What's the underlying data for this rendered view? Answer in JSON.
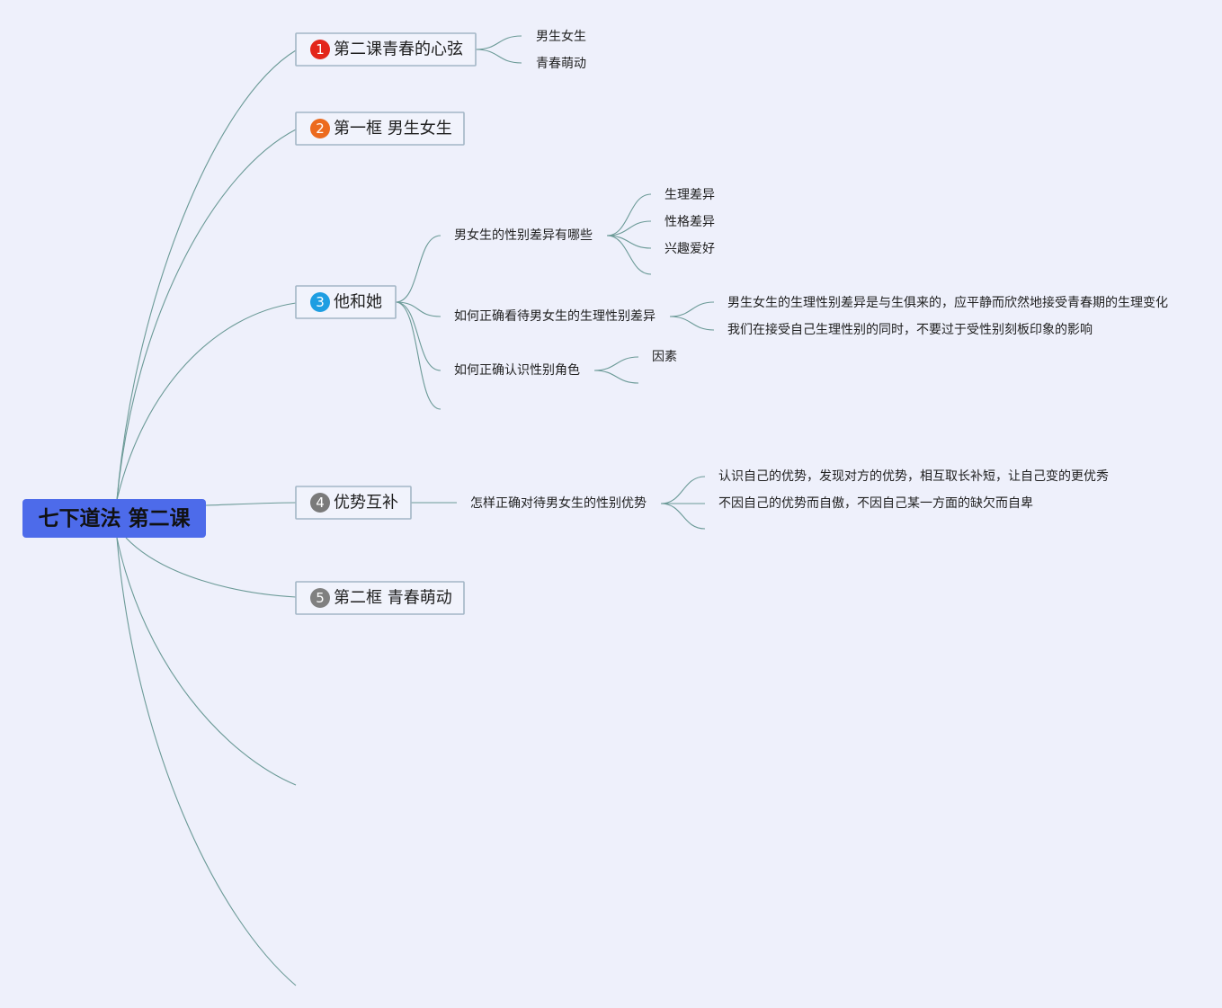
{
  "canvas": {
    "background": "#eef0fb",
    "line_color": "#6b9a97"
  },
  "root": {
    "label": "七下道法 第二课",
    "color": "#4d6bea"
  },
  "topics": [
    {
      "badge": "1",
      "badge_color": "#e3261b",
      "label": "第二课青春的心弦",
      "children": [
        {
          "label": "男生女生"
        },
        {
          "label": "青春萌动"
        }
      ]
    },
    {
      "badge": "2",
      "badge_color": "#ec6a1e",
      "label": "第一框 男生女生"
    },
    {
      "badge": "3",
      "badge_color": "#1e9ee2",
      "label": "他和她",
      "children": [
        {
          "label": "男女生的性别差异有哪些",
          "children": [
            {
              "label": "生理差异"
            },
            {
              "label": "性格差异"
            },
            {
              "label": "兴趣爱好"
            },
            {
              "label": ""
            }
          ]
        },
        {
          "label": "如何正确看待男女生的生理性别差异",
          "children": [
            {
              "label": "男生女生的生理性别差异是与生俱来的，应平静而欣然地接受青春期的生理变化"
            },
            {
              "label": "我们在接受自己生理性别的同时，不要过于受性别刻板印象的影响"
            }
          ]
        },
        {
          "label": "如何正确认识性别角色",
          "children": [
            {
              "label": "因素"
            },
            {
              "label": ""
            }
          ]
        },
        {
          "label": ""
        }
      ]
    },
    {
      "badge": "4",
      "badge_color": "#7a7a7a",
      "label": "优势互补",
      "children": [
        {
          "label": "怎样正确对待男女生的性别优势",
          "children": [
            {
              "label": "认识自己的优势，发现对方的优势，相互取长补短，让自己变的更优秀"
            },
            {
              "label": "不因自己的优势而自傲，不因自己某一方面的缺欠而自卑"
            },
            {
              "label": ""
            }
          ]
        }
      ]
    },
    {
      "badge": "5",
      "badge_color": "#808080",
      "label": "第二框 青春萌动"
    },
    {
      "label": ""
    },
    {
      "label": ""
    }
  ]
}
